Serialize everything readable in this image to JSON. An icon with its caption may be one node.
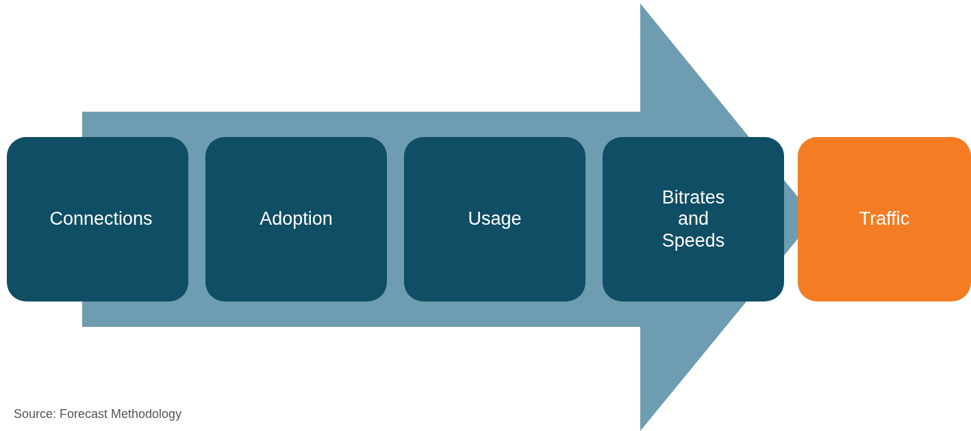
{
  "diagram": {
    "nodes": [
      {
        "text": [
          "Connections"
        ]
      },
      {
        "text": [
          "Adoption"
        ]
      },
      {
        "text": [
          "Usage"
        ]
      },
      {
        "text": [
          "Bitrates and Speeds"
        ]
      },
      {
        "text": [
          "Traffic"
        ]
      }
    ],
    "edges": [
      {
        "from": 0,
        "to": 4,
        "arrow": "to"
      }
    ],
    "labels": [
      "Source: Forecast Methodology"
    ]
  }
}
